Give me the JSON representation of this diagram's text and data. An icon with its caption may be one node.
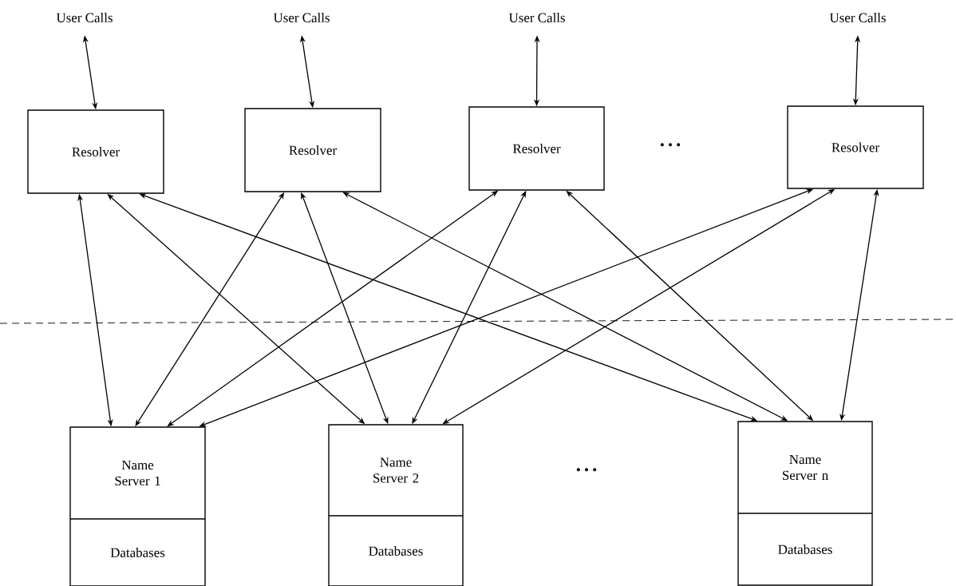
{
  "diagram": {
    "nodes": [
      {
        "text": [
          "User Calls"
        ]
      },
      {
        "text": [
          "User Calls"
        ]
      },
      {
        "text": [
          "User Calls"
        ]
      },
      {
        "text": [
          "User Calls"
        ]
      },
      {
        "text": [
          "Resolver"
        ]
      },
      {
        "text": [
          "Resolver"
        ]
      },
      {
        "text": [
          "Resolver"
        ]
      },
      {
        "text": [
          "Resolver"
        ]
      },
      {
        "text": [
          "Name Server 1",
          "Databases"
        ]
      },
      {
        "text": [
          "Name Server 2",
          "Databases"
        ]
      },
      {
        "text": [
          "Name Server n",
          "Databases"
        ]
      }
    ],
    "edges": [
      {
        "from": 0,
        "to": 4,
        "arrow": "both"
      },
      {
        "from": 1,
        "to": 5,
        "arrow": "both"
      },
      {
        "from": 2,
        "to": 6,
        "arrow": "both"
      },
      {
        "from": 3,
        "to": 7,
        "arrow": "both"
      },
      {
        "from": 4,
        "to": 8,
        "arrow": "both"
      },
      {
        "from": 4,
        "to": 9,
        "arrow": "both"
      },
      {
        "from": 4,
        "to": 10,
        "arrow": "both"
      },
      {
        "from": 5,
        "to": 8,
        "arrow": "both"
      },
      {
        "from": 5,
        "to": 9,
        "arrow": "both"
      },
      {
        "from": 5,
        "to": 10,
        "arrow": "both"
      },
      {
        "from": 6,
        "to": 8,
        "arrow": "both"
      },
      {
        "from": 6,
        "to": 9,
        "arrow": "both"
      },
      {
        "from": 6,
        "to": 10,
        "arrow": "both"
      },
      {
        "from": 7,
        "to": 8,
        "arrow": "both"
      },
      {
        "from": 7,
        "to": 9,
        "arrow": "both"
      },
      {
        "from": 7,
        "to": 10,
        "arrow": "both"
      }
    ],
    "labels": [
      "• • •",
      "• • •"
    ]
  }
}
